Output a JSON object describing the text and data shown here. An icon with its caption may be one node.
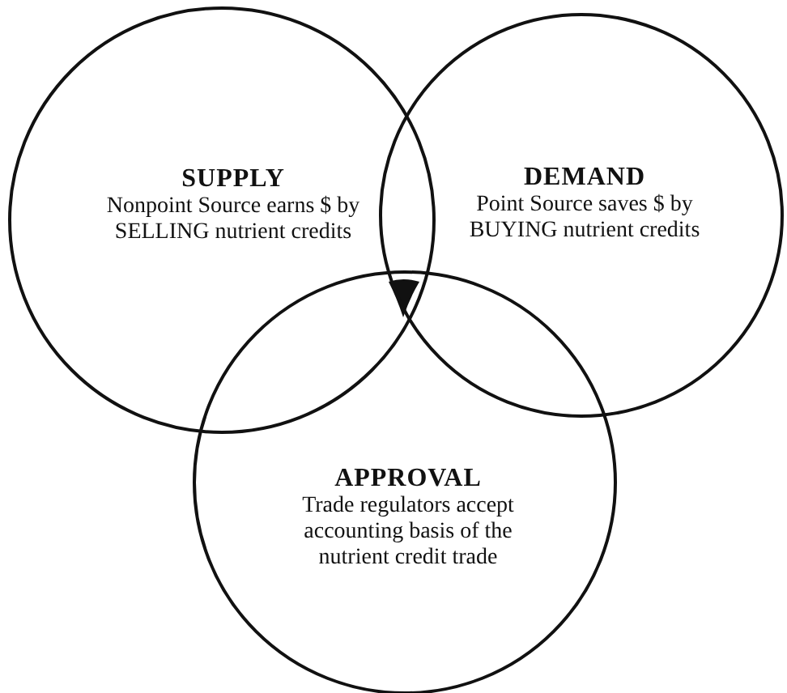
{
  "diagram": {
    "nodes": [
      {
        "text": [
          "SUPPLY",
          "Nonpoint Source earns $ by SELLING nutrient credits"
        ]
      },
      {
        "text": [
          "DEMAND",
          "Point Source saves $ by BUYING nutrient credits"
        ]
      },
      {
        "text": [
          "APPROVAL",
          "Trade regulators accept accounting basis of the nutrient credit trade"
        ]
      }
    ]
  }
}
